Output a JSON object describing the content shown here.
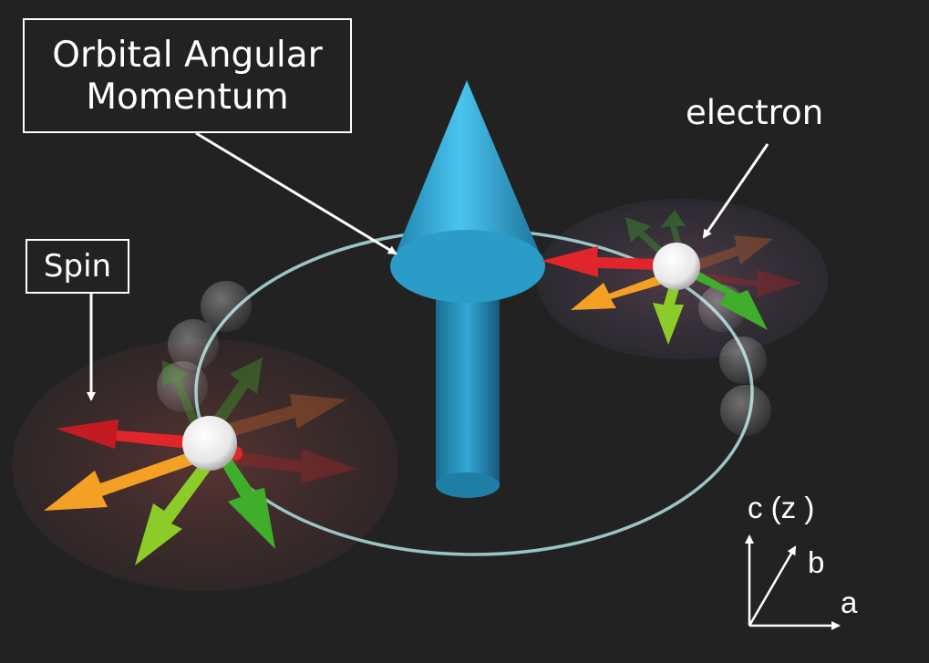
{
  "labels": {
    "orbital_line1": "Orbital Angular",
    "orbital_line2": "Momentum",
    "spin": "Spin",
    "electron": "electron"
  },
  "axes": {
    "c": "c (z )",
    "b": "b",
    "a": "a"
  },
  "colors": {
    "background": "#222222",
    "cone": "#35b2e0",
    "orbit": "#a9d6d6",
    "spin_red": "#e0262a",
    "spin_orange": "#f3a024",
    "spin_green": "#3fae2b",
    "spin_lightgreen": "#8ccc28",
    "electron": "#ffffff",
    "text": "#ffffff"
  }
}
